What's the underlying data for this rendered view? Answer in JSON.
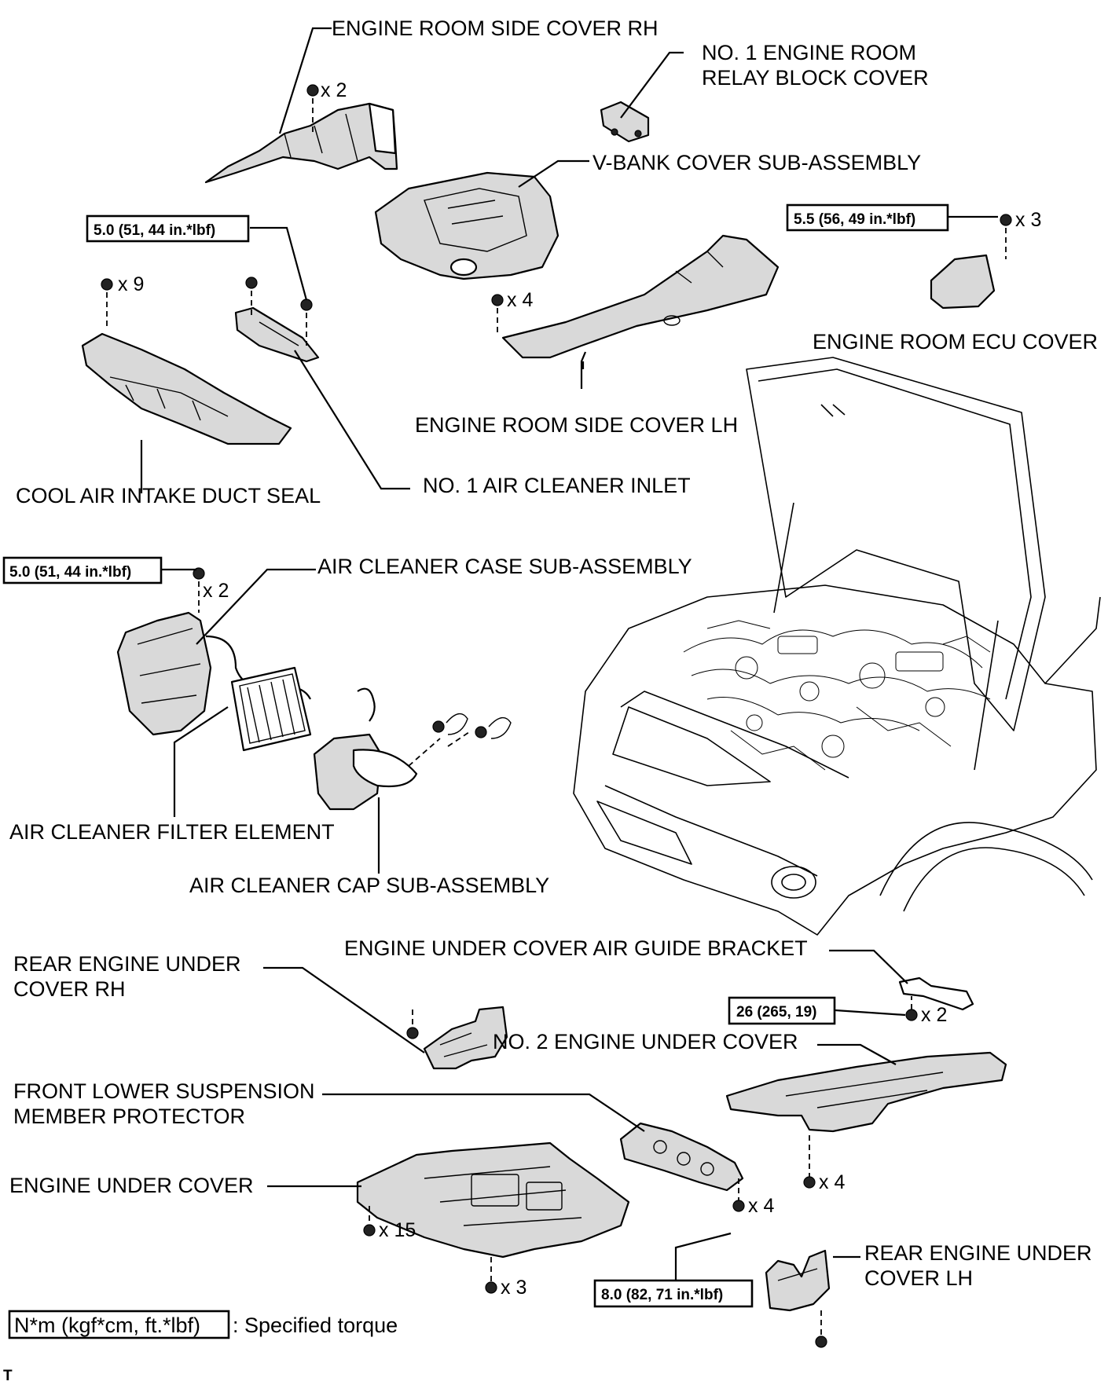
{
  "labels": {
    "engine_room_side_cover_rh": "ENGINE ROOM SIDE COVER RH",
    "no1_relay_block_cover_line1": "NO. 1 ENGINE ROOM",
    "no1_relay_block_cover_line2": "RELAY BLOCK COVER",
    "v_bank_cover": "V-BANK COVER SUB-ASSEMBLY",
    "engine_room_ecu_cover": "ENGINE ROOM ECU COVER",
    "engine_room_side_cover_lh": "ENGINE ROOM SIDE COVER LH",
    "cool_air_intake_duct_seal": "COOL AIR INTAKE DUCT SEAL",
    "no1_air_cleaner_inlet": "NO. 1 AIR CLEANER INLET",
    "air_cleaner_case": "AIR CLEANER CASE SUB-ASSEMBLY",
    "air_cleaner_filter_element": "AIR CLEANER FILTER ELEMENT",
    "air_cleaner_cap": "AIR CLEANER CAP SUB-ASSEMBLY",
    "air_guide_bracket": "ENGINE UNDER COVER AIR GUIDE BRACKET",
    "rear_under_cover_rh_line1": "REAR ENGINE UNDER",
    "rear_under_cover_rh_line2": "COVER RH",
    "no2_engine_under_cover": "NO. 2 ENGINE UNDER COVER",
    "front_lower_suspension_line1": "FRONT LOWER SUSPENSION",
    "front_lower_suspension_line2": "MEMBER PROTECTOR",
    "engine_under_cover": "ENGINE UNDER COVER",
    "rear_under_cover_lh_line1": "REAR ENGINE UNDER",
    "rear_under_cover_lh_line2": "COVER LH"
  },
  "quantities": {
    "side_cover_rh": "x 2",
    "ecu_cover": "x 3",
    "duct_seal": "x 9",
    "side_cover_lh": "x 4",
    "air_cleaner_case": "x 2",
    "air_guide_bracket": "x 2",
    "no2_under_cover": "x 4",
    "suspension_protector": "x 4",
    "engine_under_cover_a": "x 15",
    "engine_under_cover_b": "x 3"
  },
  "torques": {
    "air_cleaner_inlet": "5.0 (51, 44 in.*lbf)",
    "ecu_cover": "5.5 (56, 49 in.*lbf)",
    "air_cleaner_case": "5.0 (51, 44 in.*lbf)",
    "air_guide_bracket": "26 (265, 19)",
    "suspension_protector": "8.0 (82, 71 in.*lbf)"
  },
  "legend": {
    "unit_box": "N*m (kgf*cm, ft.*lbf)",
    "unit_text": ": Specified torque"
  },
  "footer_mark": "T"
}
